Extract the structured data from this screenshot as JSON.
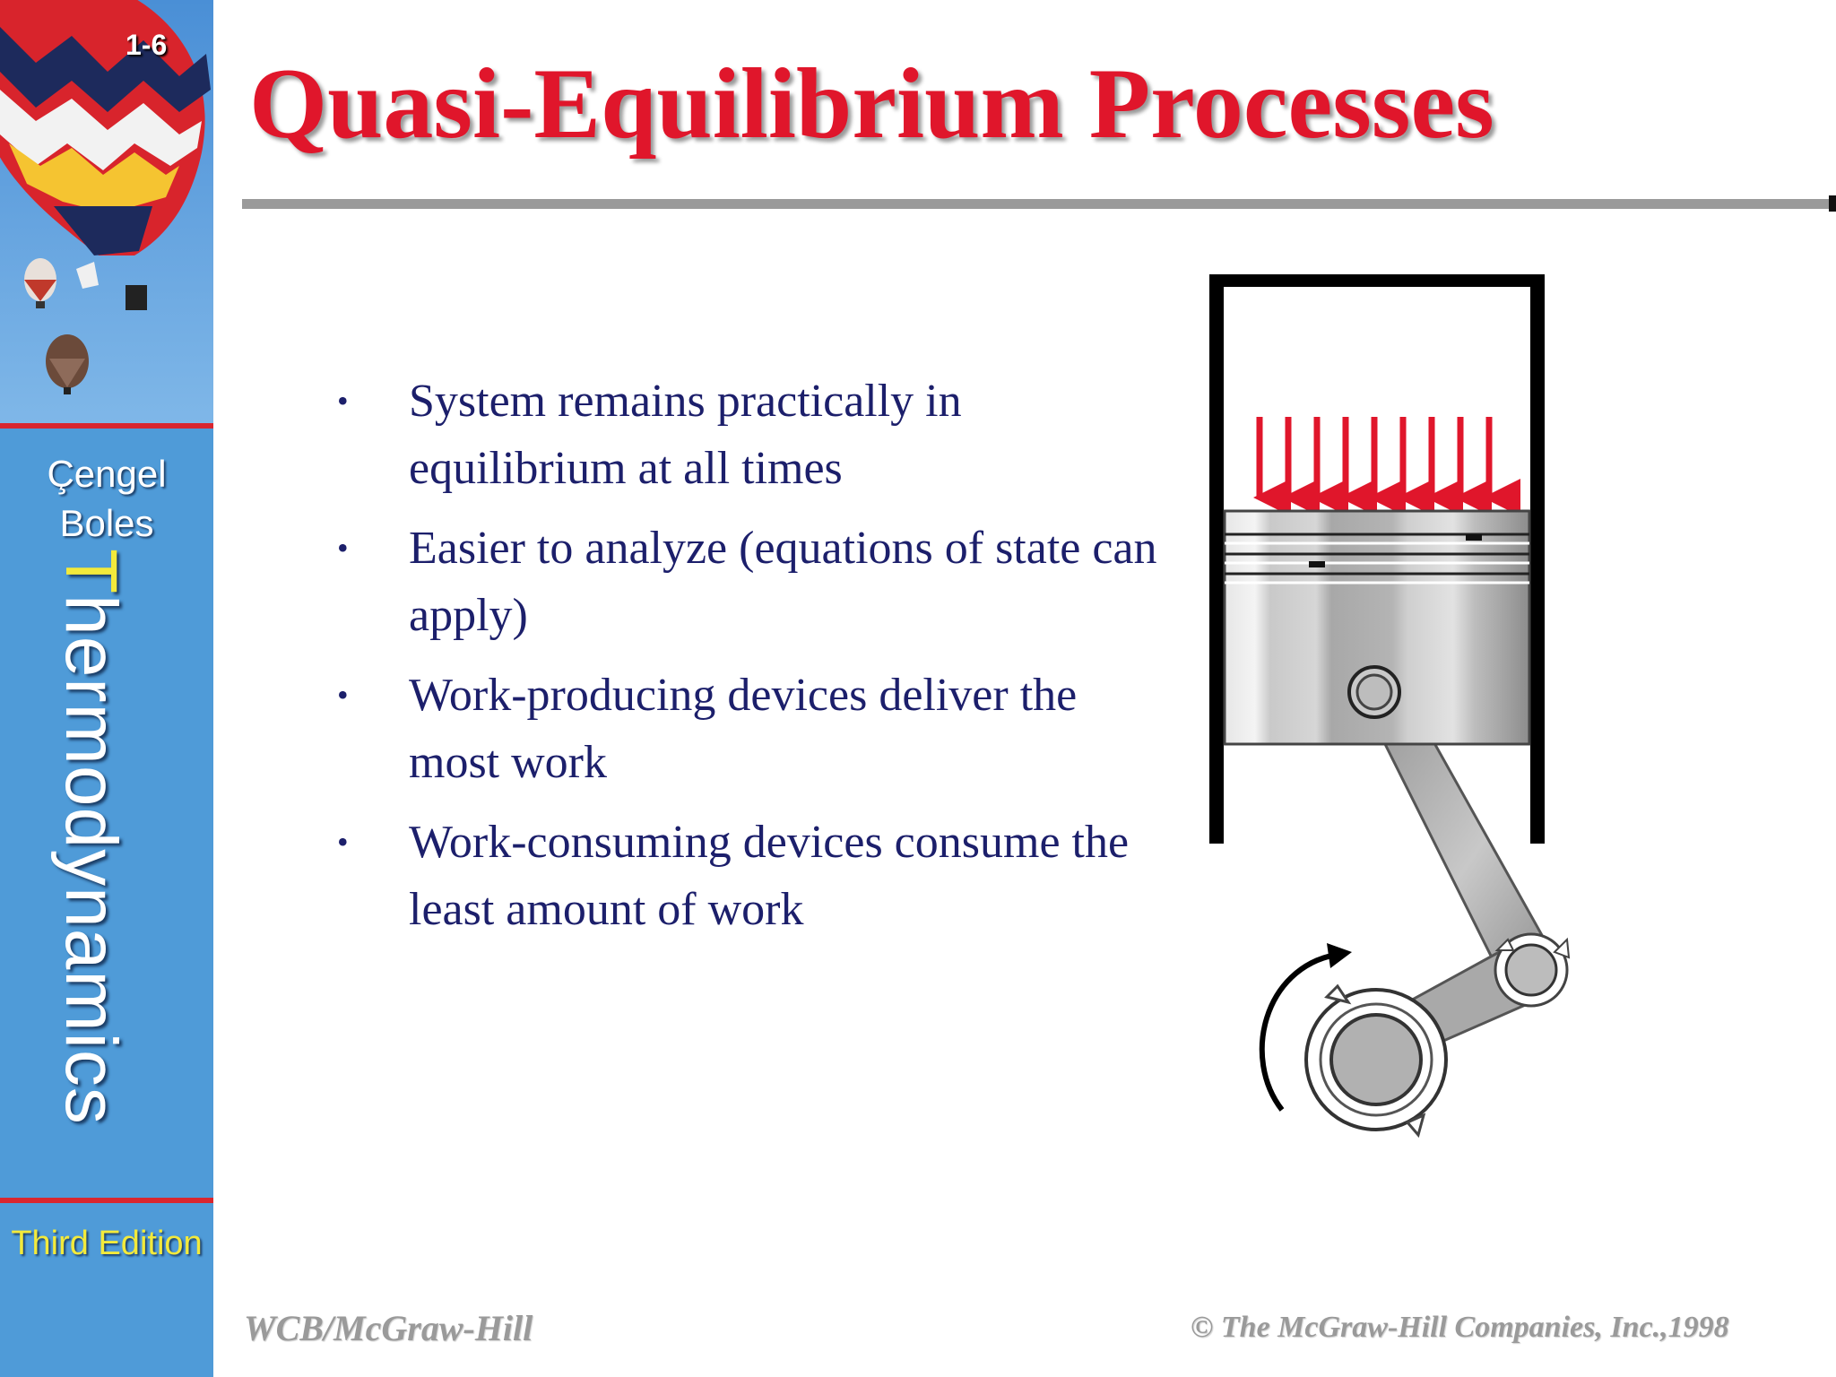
{
  "sidebar": {
    "slide_number": "1-6",
    "author_1": "Çengel",
    "author_2": "Boles",
    "book_title_first": "T",
    "book_title_rest": "hermodynamics",
    "edition": "Third Edition",
    "colors": {
      "panel": "#4f9bd8",
      "rule": "#d9262f",
      "accent": "#f3ea3b"
    }
  },
  "slide": {
    "title": "Quasi-Equilibrium Processes",
    "title_color": "#e0162b",
    "bullets": [
      {
        "text": "System remains practically in equilibrium at all times"
      },
      {
        "text": "Easier to analyze (equations of state can apply)"
      },
      {
        "text": "Work-producing devices deliver the most work"
      },
      {
        "text": "Work-consuming devices consume the least amount of work"
      }
    ],
    "bullet_color": "#1c1f6b"
  },
  "figure": {
    "icon": "piston-cylinder-crank-diagram",
    "arrow_color": "#e0162b"
  },
  "footer": {
    "publisher": "WCB/McGraw-Hill",
    "copyright": "© The McGraw-Hill Companies, Inc.,1998"
  }
}
